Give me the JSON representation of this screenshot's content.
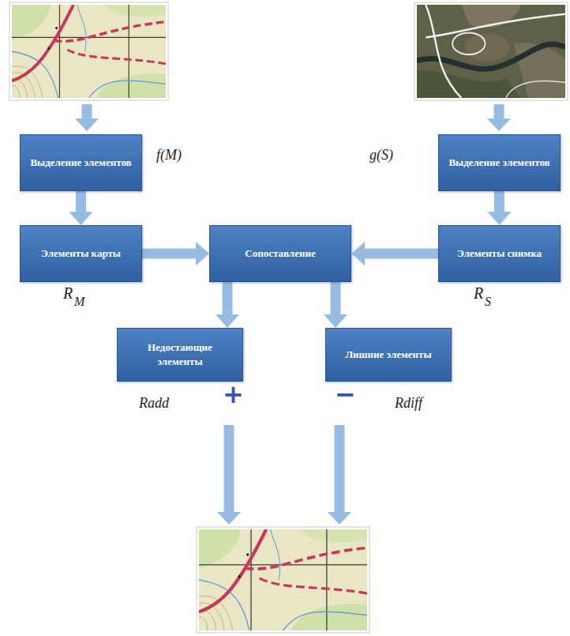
{
  "diagram": {
    "nodes": [
      {
        "text": [
          "Выделение элементов"
        ]
      },
      {
        "text": [
          "Выделение элементов"
        ]
      },
      {
        "text": [
          "Элементы карты"
        ]
      },
      {
        "text": [
          "Сопоставление"
        ]
      },
      {
        "text": [
          "Элементы снимка"
        ]
      },
      {
        "text": [
          "Недостающие элементы"
        ]
      },
      {
        "text": [
          "Лишние элементы"
        ]
      }
    ],
    "edges": [
      {
        "from": 0,
        "to": 2,
        "arrow": "to"
      },
      {
        "from": 1,
        "to": 4,
        "arrow": "to"
      },
      {
        "from": 2,
        "to": 3,
        "arrow": "to"
      },
      {
        "from": 4,
        "to": 3,
        "arrow": "to"
      },
      {
        "from": 3,
        "to": 5,
        "arrow": "to"
      },
      {
        "from": 3,
        "to": 6,
        "arrow": "to"
      }
    ],
    "labels": [
      "f(M)",
      "g(S)",
      "R",
      "M",
      "R",
      "S",
      "Radd",
      "+",
      "−",
      "Rdiff"
    ]
  }
}
